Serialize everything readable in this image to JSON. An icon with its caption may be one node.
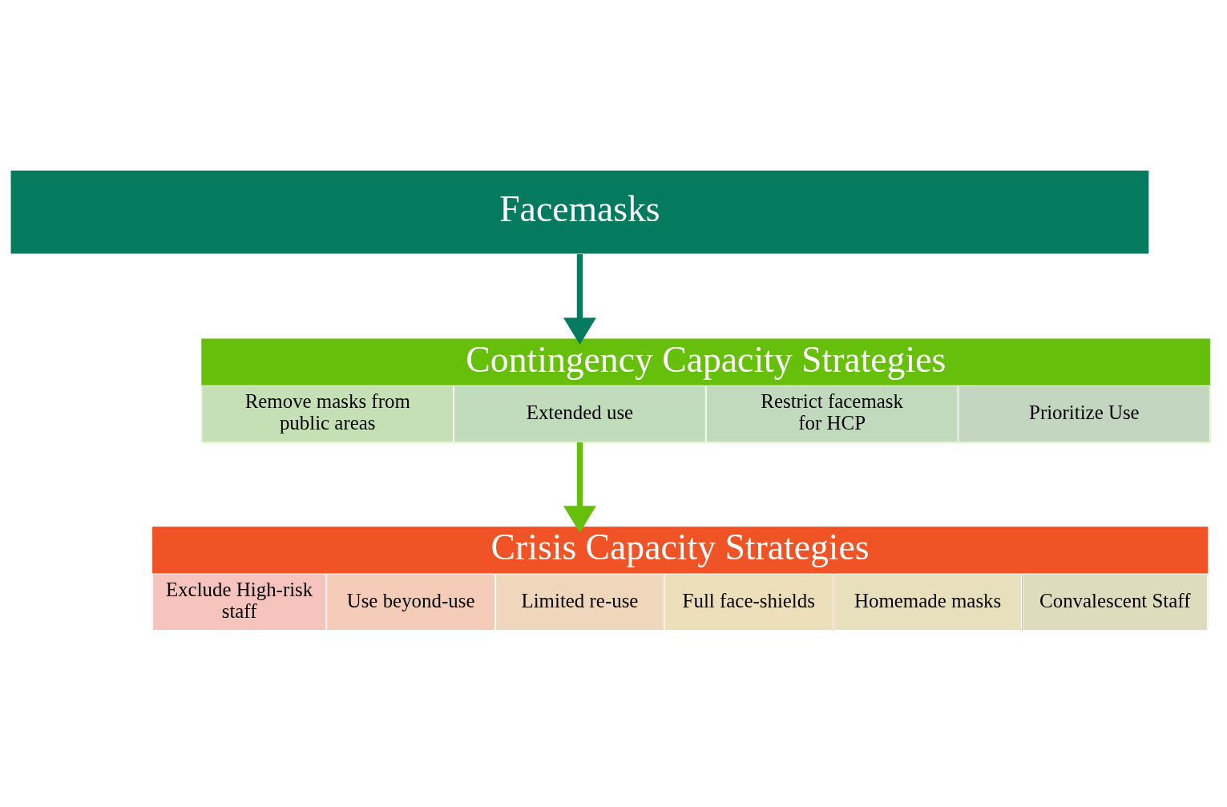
{
  "diagram": {
    "nodes": [
      {
        "text": [
          "Facemasks"
        ]
      },
      {
        "text": [
          "Contingency Capacity Strategies"
        ]
      },
      {
        "text": [
          "Remove masks from public areas"
        ],
        "in": 1
      },
      {
        "text": [
          "Extended use"
        ],
        "in": 1
      },
      {
        "text": [
          "Restrict facemask for HCP"
        ],
        "in": 1
      },
      {
        "text": [
          "Prioritize Use"
        ],
        "in": 1
      },
      {
        "text": [
          "Crisis Capacity Strategies"
        ]
      },
      {
        "text": [
          "Exclude High-risk staff"
        ],
        "in": 6
      },
      {
        "text": [
          "Use beyond-use"
        ],
        "in": 6
      },
      {
        "text": [
          "Limited re-use"
        ],
        "in": 6
      },
      {
        "text": [
          "Full face-shields"
        ],
        "in": 6
      },
      {
        "text": [
          "Homemade masks"
        ],
        "in": 6
      },
      {
        "text": [
          "Convalescent Staff"
        ],
        "in": 6
      }
    ],
    "edges": [
      {
        "from": 0,
        "to": 1,
        "arrow": "to",
        "color": "#047a5f"
      },
      {
        "from": 1,
        "to": 6,
        "arrow": "to",
        "color": "#66bf0a"
      }
    ]
  }
}
